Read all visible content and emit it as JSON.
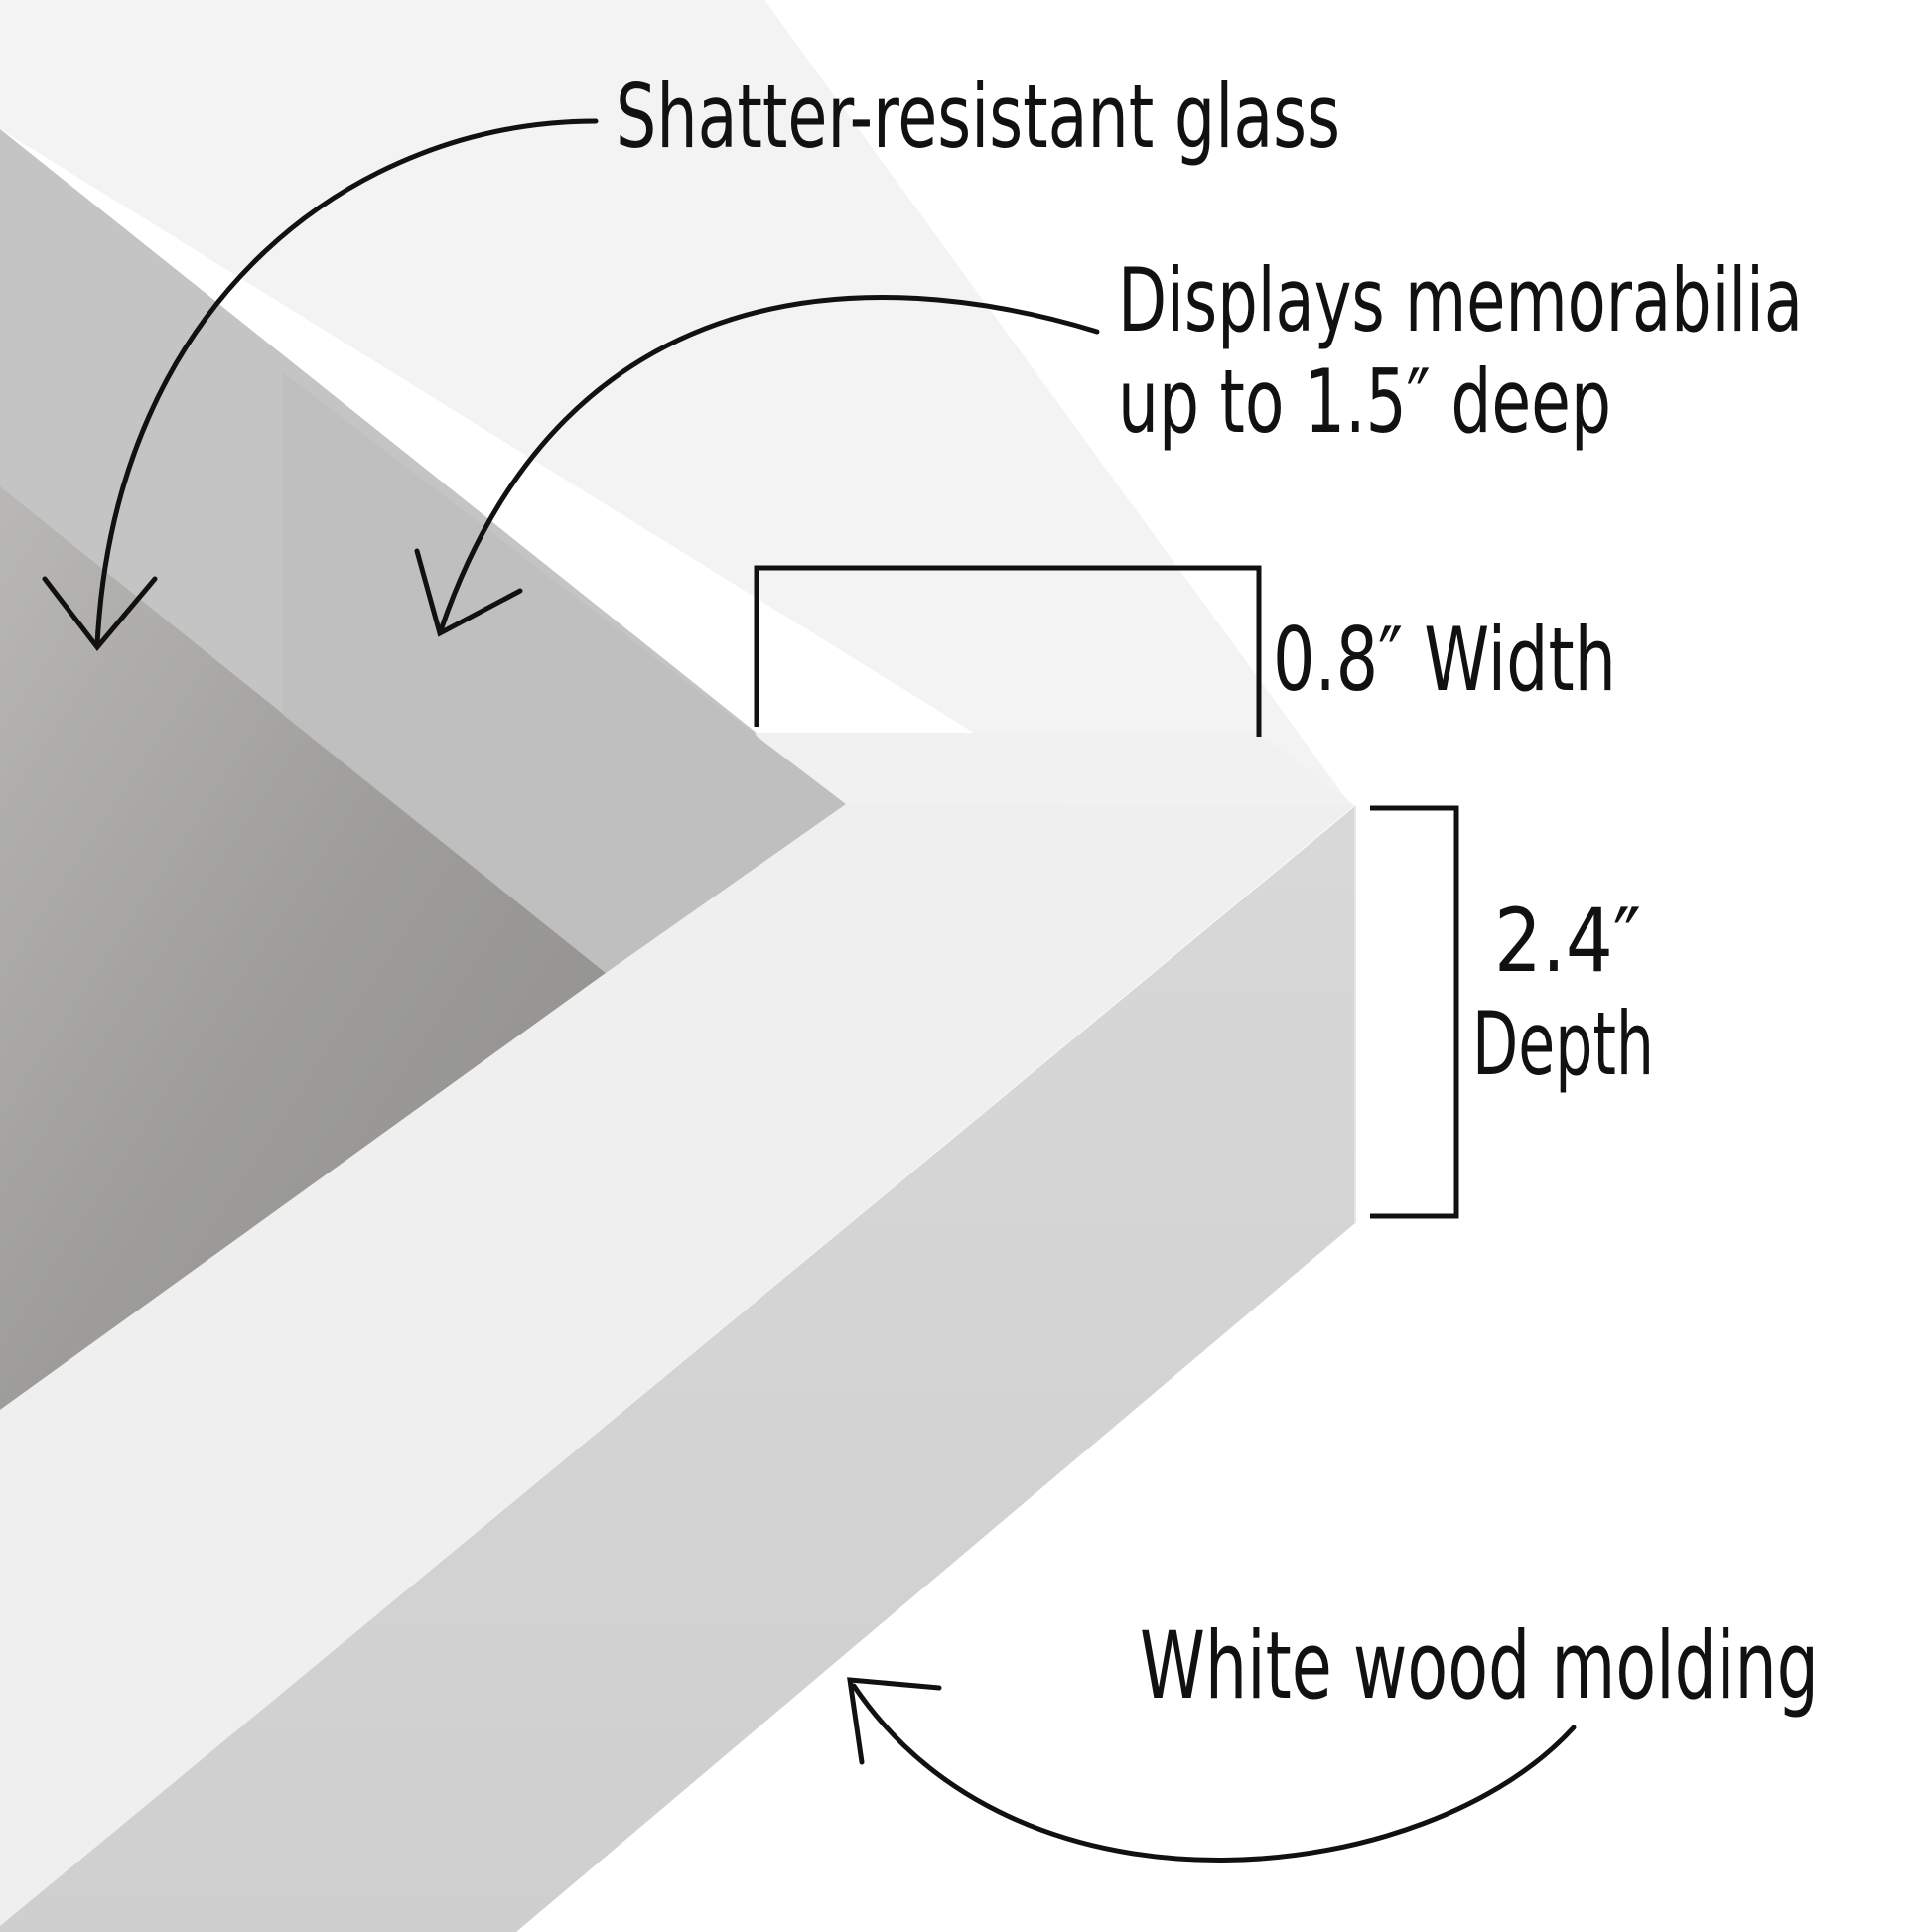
{
  "callouts": {
    "glass": "Shatter-resistant glass",
    "memorabilia_line1": "Displays memorabilia",
    "memorabilia_line2": "up to 1.5″ deep",
    "width": "0.8″ Width",
    "depth_value": "2.4″",
    "depth_label": "Depth",
    "molding": "White wood molding"
  },
  "colors": {
    "frame_top_face": "#efefef",
    "frame_side_face": "#d3d3d3",
    "inner_wall": "#c2c2c2",
    "backing": "#9c9b98",
    "glass_reflection": "#bdbdbd",
    "annotation": "#111111"
  }
}
